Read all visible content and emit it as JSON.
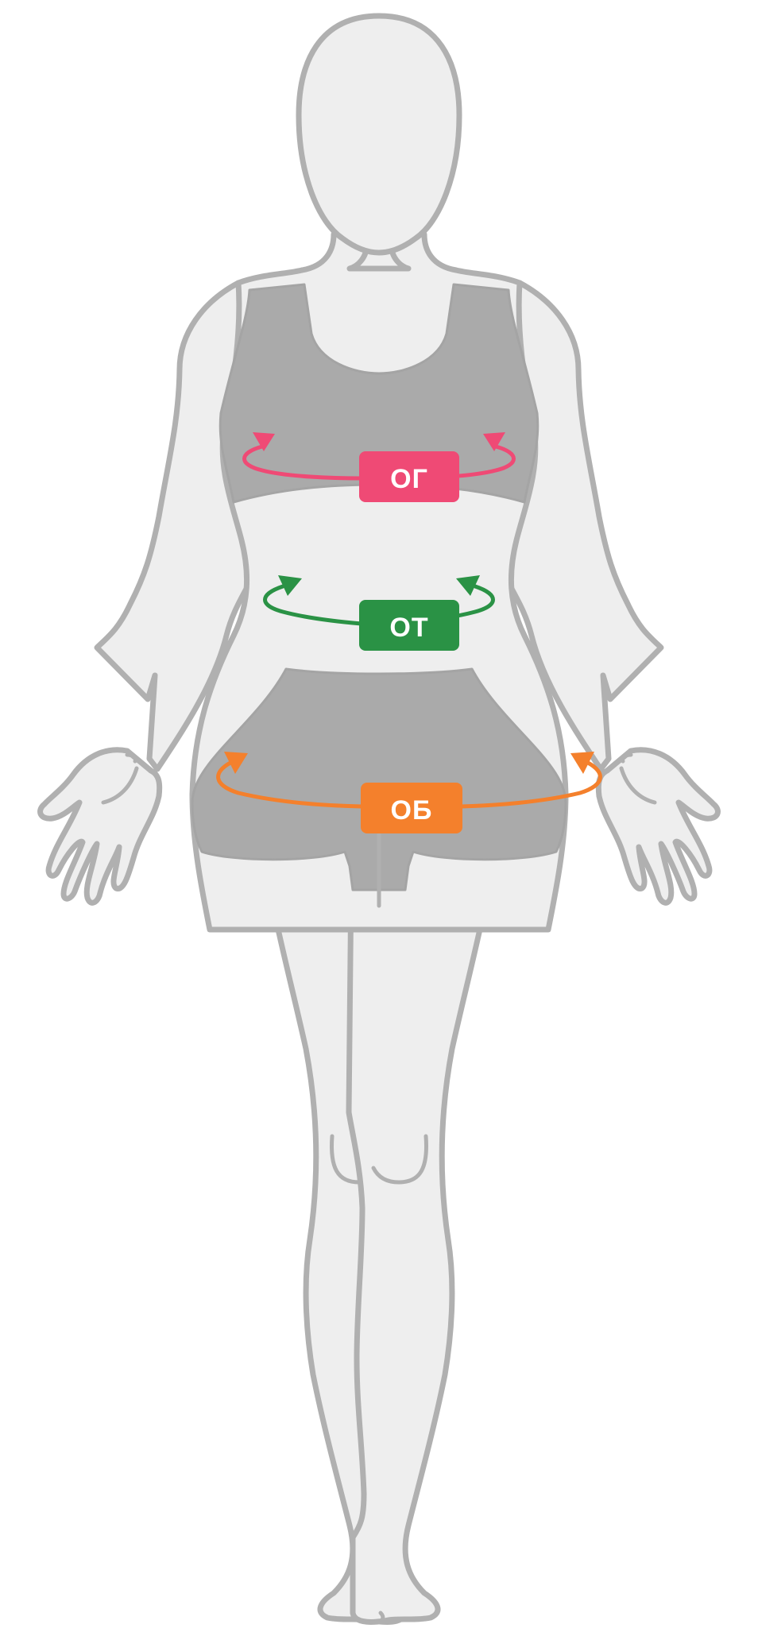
{
  "measurements": [
    {
      "label": "ОГ",
      "color": "#ef4a75"
    },
    {
      "label": "ОТ",
      "color": "#2a9245"
    },
    {
      "label": "ОБ",
      "color": "#f4802c"
    }
  ],
  "colors": {
    "skin": "#eeeeee",
    "outline": "#b0b0b0",
    "garment": "#aaaaaa",
    "background": "#ffffff"
  }
}
